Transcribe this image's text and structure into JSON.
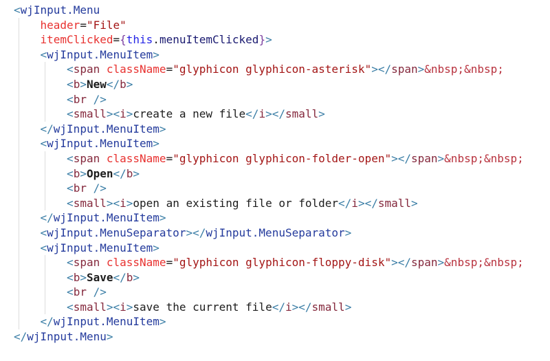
{
  "palette": {
    "background": "#ffffff",
    "delimiter": "#3B7EA6",
    "component_tag": "#233A9C",
    "html_tag": "#84283C",
    "attribute": "#E8312F",
    "string": "#A31515",
    "brace": "#7B3FA0",
    "keyword": "#2525E6",
    "identifier": "#191970",
    "entity": "#B8323E",
    "text": "#1C1C1C",
    "indent_guide": "#DCDCDC"
  },
  "code": {
    "language": "jsx",
    "lines": [
      {
        "indent": 0,
        "tokens": [
          [
            "d",
            "<"
          ],
          [
            "ct",
            "wjInput.Menu"
          ]
        ]
      },
      {
        "indent": 1,
        "tokens": [
          [
            "at",
            "header"
          ],
          [
            "eq",
            "="
          ],
          [
            "s",
            "\"File\""
          ]
        ]
      },
      {
        "indent": 1,
        "tokens": [
          [
            "at",
            "itemClicked"
          ],
          [
            "eq",
            "="
          ],
          [
            "br",
            "{"
          ],
          [
            "kw",
            "this"
          ],
          [
            "t",
            "."
          ],
          [
            "id",
            "menuItemClicked"
          ],
          [
            "br",
            "}"
          ],
          [
            "d",
            ">"
          ]
        ]
      },
      {
        "indent": 1,
        "tokens": [
          [
            "d",
            "<"
          ],
          [
            "ct",
            "wjInput.MenuItem"
          ],
          [
            "d",
            ">"
          ]
        ]
      },
      {
        "indent": 2,
        "tokens": [
          [
            "d",
            "<"
          ],
          [
            "ht",
            "span"
          ],
          [
            "t",
            " "
          ],
          [
            "at",
            "className"
          ],
          [
            "eq",
            "="
          ],
          [
            "s",
            "\"glyphicon glyphicon-asterisk\""
          ],
          [
            "d",
            "></"
          ],
          [
            "ht",
            "span"
          ],
          [
            "d",
            ">"
          ],
          [
            "en",
            "&nbsp;&nbsp;"
          ]
        ]
      },
      {
        "indent": 2,
        "tokens": [
          [
            "d",
            "<"
          ],
          [
            "ht",
            "b"
          ],
          [
            "d",
            ">"
          ],
          [
            "bt",
            "New"
          ],
          [
            "d",
            "</"
          ],
          [
            "ht",
            "b"
          ],
          [
            "d",
            ">"
          ]
        ]
      },
      {
        "indent": 2,
        "tokens": [
          [
            "d",
            "<"
          ],
          [
            "ht",
            "br"
          ],
          [
            "t",
            " "
          ],
          [
            "d",
            "/>"
          ]
        ]
      },
      {
        "indent": 2,
        "tokens": [
          [
            "d",
            "<"
          ],
          [
            "ht",
            "small"
          ],
          [
            "d",
            "><"
          ],
          [
            "ht",
            "i"
          ],
          [
            "d",
            ">"
          ],
          [
            "t",
            "create a new file"
          ],
          [
            "d",
            "</"
          ],
          [
            "ht",
            "i"
          ],
          [
            "d",
            "></"
          ],
          [
            "ht",
            "small"
          ],
          [
            "d",
            ">"
          ]
        ]
      },
      {
        "indent": 1,
        "tokens": [
          [
            "d",
            "</"
          ],
          [
            "ct",
            "wjInput.MenuItem"
          ],
          [
            "d",
            ">"
          ]
        ]
      },
      {
        "indent": 1,
        "tokens": [
          [
            "d",
            "<"
          ],
          [
            "ct",
            "wjInput.MenuItem"
          ],
          [
            "d",
            ">"
          ]
        ]
      },
      {
        "indent": 2,
        "tokens": [
          [
            "d",
            "<"
          ],
          [
            "ht",
            "span"
          ],
          [
            "t",
            " "
          ],
          [
            "at",
            "className"
          ],
          [
            "eq",
            "="
          ],
          [
            "s",
            "\"glyphicon glyphicon-folder-open\""
          ],
          [
            "d",
            "></"
          ],
          [
            "ht",
            "span"
          ],
          [
            "d",
            ">"
          ],
          [
            "en",
            "&nbsp;&nbsp;"
          ]
        ]
      },
      {
        "indent": 2,
        "tokens": [
          [
            "d",
            "<"
          ],
          [
            "ht",
            "b"
          ],
          [
            "d",
            ">"
          ],
          [
            "bt",
            "Open"
          ],
          [
            "d",
            "</"
          ],
          [
            "ht",
            "b"
          ],
          [
            "d",
            ">"
          ]
        ]
      },
      {
        "indent": 2,
        "tokens": [
          [
            "d",
            "<"
          ],
          [
            "ht",
            "br"
          ],
          [
            "t",
            " "
          ],
          [
            "d",
            "/>"
          ]
        ]
      },
      {
        "indent": 2,
        "tokens": [
          [
            "d",
            "<"
          ],
          [
            "ht",
            "small"
          ],
          [
            "d",
            "><"
          ],
          [
            "ht",
            "i"
          ],
          [
            "d",
            ">"
          ],
          [
            "t",
            "open an existing file or folder"
          ],
          [
            "d",
            "</"
          ],
          [
            "ht",
            "i"
          ],
          [
            "d",
            "></"
          ],
          [
            "ht",
            "small"
          ],
          [
            "d",
            ">"
          ]
        ]
      },
      {
        "indent": 1,
        "tokens": [
          [
            "d",
            "</"
          ],
          [
            "ct",
            "wjInput.MenuItem"
          ],
          [
            "d",
            ">"
          ]
        ]
      },
      {
        "indent": 1,
        "tokens": [
          [
            "d",
            "<"
          ],
          [
            "ct",
            "wjInput.MenuSeparator"
          ],
          [
            "d",
            "></"
          ],
          [
            "ct",
            "wjInput.MenuSeparator"
          ],
          [
            "d",
            ">"
          ]
        ]
      },
      {
        "indent": 1,
        "tokens": [
          [
            "d",
            "<"
          ],
          [
            "ct",
            "wjInput.MenuItem"
          ],
          [
            "d",
            ">"
          ]
        ]
      },
      {
        "indent": 2,
        "tokens": [
          [
            "d",
            "<"
          ],
          [
            "ht",
            "span"
          ],
          [
            "t",
            " "
          ],
          [
            "at",
            "className"
          ],
          [
            "eq",
            "="
          ],
          [
            "s",
            "\"glyphicon glyphicon-floppy-disk\""
          ],
          [
            "d",
            "></"
          ],
          [
            "ht",
            "span"
          ],
          [
            "d",
            ">"
          ],
          [
            "en",
            "&nbsp;&nbsp;"
          ]
        ]
      },
      {
        "indent": 2,
        "tokens": [
          [
            "d",
            "<"
          ],
          [
            "ht",
            "b"
          ],
          [
            "d",
            ">"
          ],
          [
            "bt",
            "Save"
          ],
          [
            "d",
            "</"
          ],
          [
            "ht",
            "b"
          ],
          [
            "d",
            ">"
          ]
        ]
      },
      {
        "indent": 2,
        "tokens": [
          [
            "d",
            "<"
          ],
          [
            "ht",
            "br"
          ],
          [
            "t",
            " "
          ],
          [
            "d",
            "/>"
          ]
        ]
      },
      {
        "indent": 2,
        "tokens": [
          [
            "d",
            "<"
          ],
          [
            "ht",
            "small"
          ],
          [
            "d",
            "><"
          ],
          [
            "ht",
            "i"
          ],
          [
            "d",
            ">"
          ],
          [
            "t",
            "save the current file"
          ],
          [
            "d",
            "</"
          ],
          [
            "ht",
            "i"
          ],
          [
            "d",
            "></"
          ],
          [
            "ht",
            "small"
          ],
          [
            "d",
            ">"
          ]
        ]
      },
      {
        "indent": 1,
        "tokens": [
          [
            "d",
            "</"
          ],
          [
            "ct",
            "wjInput.MenuItem"
          ],
          [
            "d",
            ">"
          ]
        ]
      },
      {
        "indent": 0,
        "tokens": [
          [
            "d",
            "</"
          ],
          [
            "ct",
            "wjInput.Menu"
          ],
          [
            "d",
            ">"
          ]
        ]
      }
    ]
  }
}
